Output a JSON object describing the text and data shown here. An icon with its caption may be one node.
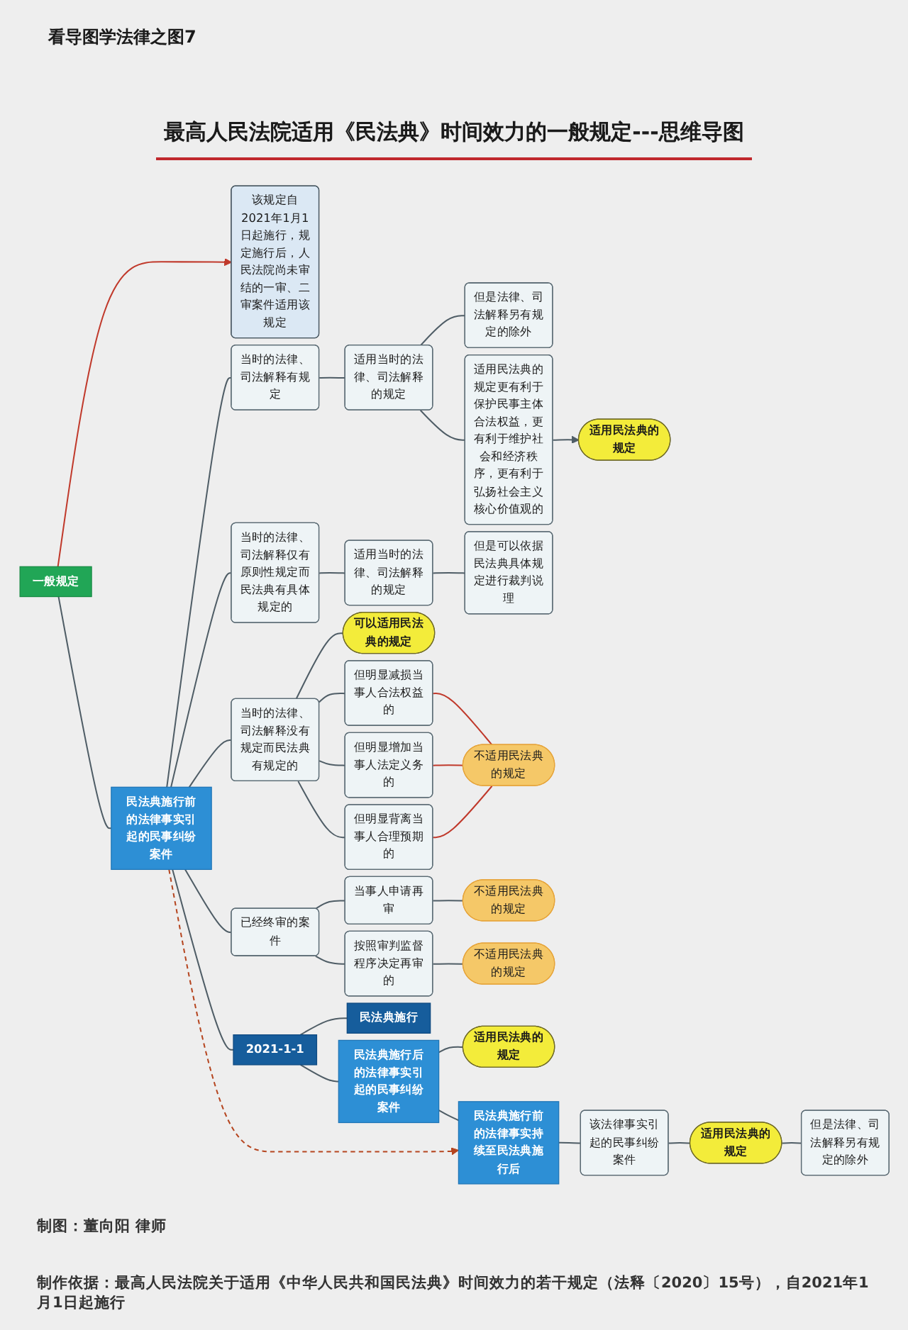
{
  "diagram": {
    "title": "最高人民法院适用《民法典》时间效力的一般规定---思维导图",
    "nodes": [
      {
        "text": [
          "一般规定"
        ]
      },
      {
        "text": [
          "该规定自2021年1月1日起施行，规定施行后，人民法院尚未审结的一审、二审案件适用该规定"
        ]
      },
      {
        "text": [
          "民法典施行前的法律事实引起的民事纠纷案件"
        ]
      },
      {
        "text": [
          "当时的法律、司法解释有规定"
        ]
      },
      {
        "text": [
          "适用当时的法律、司法解释的规定"
        ]
      },
      {
        "text": [
          "但是法律、司法解释另有规定的除外"
        ]
      },
      {
        "text": [
          "适用民法典的规定更有利于保护民事主体合法权益，更有利于维护社会和经济秩序，更有利于弘扬社会主义核心价值观的"
        ]
      },
      {
        "text": [
          "适用民法典的规定"
        ]
      },
      {
        "text": [
          "当时的法律、司法解释仅有原则性规定而民法典有具体规定的"
        ]
      },
      {
        "text": [
          "适用当时的法律、司法解释的规定"
        ]
      },
      {
        "text": [
          "但是可以依据民法典具体规定进行裁判说理"
        ]
      },
      {
        "text": [
          "当时的法律、司法解释没有规定而民法典有规定的"
        ]
      },
      {
        "text": [
          "可以适用民法典的规定"
        ]
      },
      {
        "text": [
          "但明显减损当事人合法权益的"
        ]
      },
      {
        "text": [
          "但明显增加当事人法定义务的"
        ]
      },
      {
        "text": [
          "但明显背离当事人合理预期的"
        ]
      },
      {
        "text": [
          "不适用民法典的规定"
        ]
      },
      {
        "text": [
          "已经终审的案件"
        ]
      },
      {
        "text": [
          "当事人申请再审"
        ]
      },
      {
        "text": [
          "不适用民法典的规定"
        ]
      },
      {
        "text": [
          "按照审判监督程序决定再审的"
        ]
      },
      {
        "text": [
          "不适用民法典的规定"
        ]
      },
      {
        "text": [
          "2021-1-1"
        ]
      },
      {
        "text": [
          "民法典施行"
        ]
      },
      {
        "text": [
          "民法典施行后的法律事实引起的民事纠纷案件"
        ]
      },
      {
        "text": [
          "适用民法典的规定"
        ]
      },
      {
        "text": [
          "民法典施行前的法律事实持续至民法典施行后"
        ]
      },
      {
        "text": [
          "该法律事实引起的民事纠纷案件"
        ]
      },
      {
        "text": [
          "适用民法典的规定"
        ]
      },
      {
        "text": [
          "但是法律、司法解释另有规定的除外"
        ]
      }
    ],
    "edges": [
      {
        "from": 0,
        "to": 1,
        "arrow": "to",
        "color": "#c0392b"
      },
      {
        "from": 0,
        "to": 2,
        "arrow": "none"
      },
      {
        "from": 2,
        "to": 3,
        "arrow": "none"
      },
      {
        "from": 3,
        "to": 4,
        "arrow": "none"
      },
      {
        "from": 4,
        "to": 5,
        "arrow": "none"
      },
      {
        "from": 4,
        "to": 6,
        "arrow": "none"
      },
      {
        "from": 6,
        "to": 7,
        "arrow": "to"
      },
      {
        "from": 2,
        "to": 8,
        "arrow": "none"
      },
      {
        "from": 8,
        "to": 9,
        "arrow": "none"
      },
      {
        "from": 9,
        "to": 10,
        "arrow": "none"
      },
      {
        "from": 2,
        "to": 11,
        "arrow": "none"
      },
      {
        "from": 11,
        "to": 12,
        "arrow": "none"
      },
      {
        "from": 11,
        "to": 13,
        "arrow": "none"
      },
      {
        "from": 11,
        "to": 14,
        "arrow": "none"
      },
      {
        "from": 11,
        "to": 15,
        "arrow": "none"
      },
      {
        "from": 13,
        "to": 16,
        "arrow": "none",
        "color": "#c0392b"
      },
      {
        "from": 14,
        "to": 16,
        "arrow": "none",
        "color": "#c0392b"
      },
      {
        "from": 15,
        "to": 16,
        "arrow": "none",
        "color": "#c0392b"
      },
      {
        "from": 2,
        "to": 17,
        "arrow": "none"
      },
      {
        "from": 17,
        "to": 18,
        "arrow": "none"
      },
      {
        "from": 18,
        "to": 19,
        "arrow": "none"
      },
      {
        "from": 17,
        "to": 20,
        "arrow": "none"
      },
      {
        "from": 20,
        "to": 21,
        "arrow": "none"
      },
      {
        "from": 2,
        "to": 22,
        "arrow": "none"
      },
      {
        "from": 22,
        "to": 23,
        "arrow": "none"
      },
      {
        "from": 22,
        "to": 24,
        "arrow": "none"
      },
      {
        "from": 24,
        "to": 25,
        "arrow": "none"
      },
      {
        "from": 2,
        "to": 26,
        "arrow": "to",
        "style": "dashed",
        "color": "#b5451f"
      },
      {
        "from": 24,
        "to": 26,
        "arrow": "none"
      },
      {
        "from": 26,
        "to": 27,
        "arrow": "none"
      },
      {
        "from": 27,
        "to": 28,
        "arrow": "none"
      },
      {
        "from": 28,
        "to": 29,
        "arrow": "none"
      }
    ],
    "labels": [
      "看导图学法律之图7",
      "制图：董向阳 律师",
      "制作依据：最高人民法院关于适用《中华人民共和国民法典》时间效力的若干规定（法释〔2020〕15号），自2021年1月1日起施行"
    ]
  }
}
